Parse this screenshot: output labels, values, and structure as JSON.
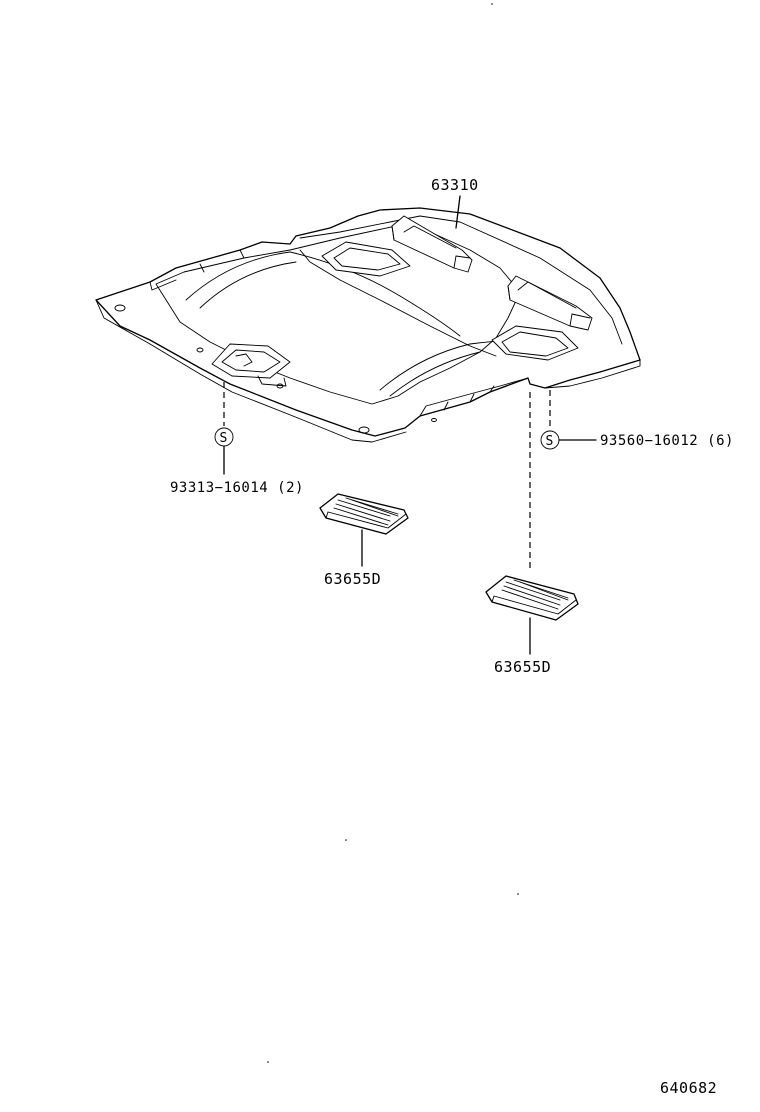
{
  "parts": {
    "headliner": "63310",
    "clip_front": "93313−16014 (2)",
    "clip_rear": "93560−16012 (6)",
    "pad_a": "63655D",
    "pad_b": "63655D"
  },
  "symbols": {
    "supply_left": "S",
    "supply_right": "S"
  },
  "illustration_number": "640682"
}
